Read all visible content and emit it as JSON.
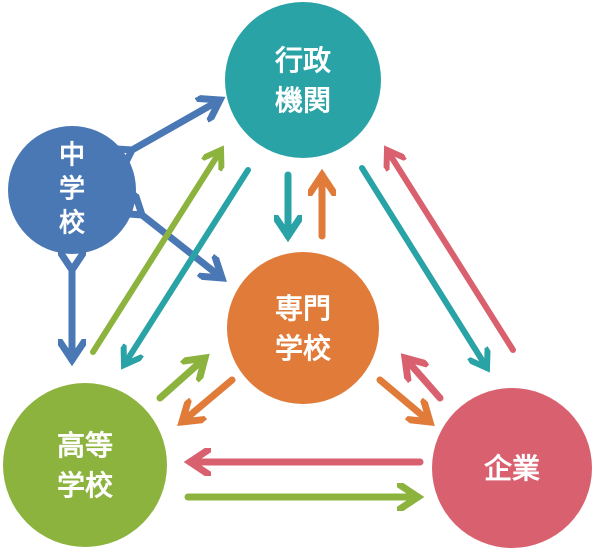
{
  "nodes": {
    "gyosei": {
      "line1": "行政",
      "line2": "機関",
      "color": "#2aa3a6"
    },
    "chugakko": {
      "line1": "中",
      "line2": "学",
      "line3": "校",
      "color": "#4a78b5"
    },
    "senmon": {
      "line1": "専門",
      "line2": "学校",
      "color": "#e07b39"
    },
    "koko": {
      "line1": "高等",
      "line2": "学校",
      "color": "#8db33f"
    },
    "kigyo": {
      "line1": "企業",
      "color": "#d9616f"
    }
  },
  "colors": {
    "blue": "#4a78b5",
    "teal": "#2aa3a6",
    "orange": "#e07b39",
    "green": "#8db33f",
    "pink": "#d9616f"
  }
}
